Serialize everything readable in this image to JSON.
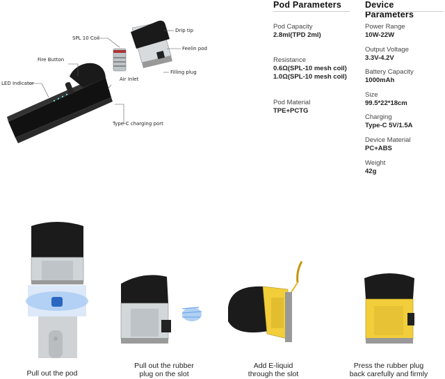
{
  "diagram_labels": {
    "spl_coil": "SPL 10 Coil",
    "drip_tip": "Drip tip",
    "feelin_pod": "Feelin pod",
    "fire_button": "Fire Button",
    "filling_plug": "Filling plug",
    "air_inlet": "Air Inlet",
    "led_indicator": "LED Indicator",
    "type_c_port": "Type-C charging port"
  },
  "pod_parameters": {
    "heading": "Pod Parameters",
    "items": [
      {
        "label": "Pod Capacity",
        "values": [
          "2.8ml(TPD 2ml)"
        ]
      },
      {
        "label": "Resistance",
        "values": [
          "0.6Ω(SPL-10 mesh coil)",
          "1.0Ω(SPL-10 mesh coil)"
        ]
      },
      {
        "label": "Pod Material",
        "values": [
          "TPE+PCTG"
        ]
      }
    ]
  },
  "device_parameters": {
    "heading": "Device Parameters",
    "items": [
      {
        "label": "Power Range",
        "values": [
          "10W-22W"
        ]
      },
      {
        "label": "Output Voltage",
        "values": [
          "3.3V-4.2V"
        ]
      },
      {
        "label": "Battery Capacity",
        "values": [
          "1000mAh"
        ]
      },
      {
        "label": "Size",
        "values": [
          "99.5*22*18cm"
        ]
      },
      {
        "label": "Charging",
        "values": [
          "Type-C 5V/1.5A"
        ]
      },
      {
        "label": "Device Material",
        "values": [
          "PC+ABS"
        ]
      },
      {
        "label": "Weight",
        "values": [
          "42g"
        ]
      }
    ]
  },
  "steps": [
    {
      "line1": "Pull out the pod",
      "line2": ""
    },
    {
      "line1": "Pull out the rubber",
      "line2": "plug on the slot"
    },
    {
      "line1": "Add E-liquid",
      "line2": "through the slot"
    },
    {
      "line1": "Press the rubber plug",
      "line2": "back carefully and firmly"
    }
  ],
  "colors": {
    "body": "#1b1b1b",
    "pod_tank": "#d8dde0",
    "eliquid": "#f2cf3a",
    "silver": "#cfd3d6",
    "blue_glow": "#6fa8e8"
  }
}
